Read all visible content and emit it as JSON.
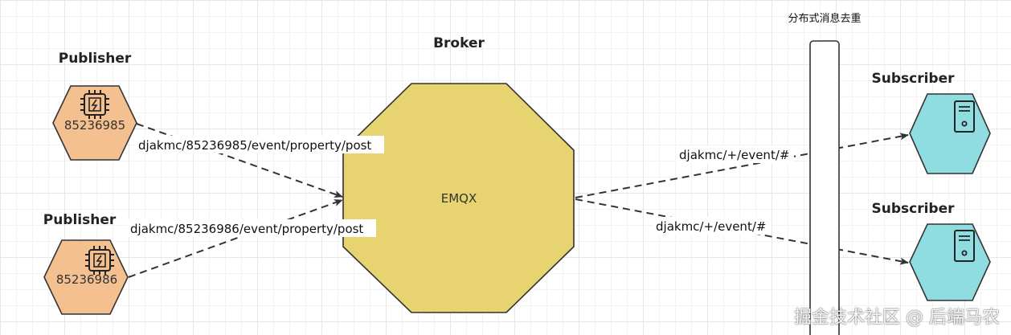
{
  "colors": {
    "publisher_fill": "#f5c08f",
    "broker_fill": "#e7d36f",
    "subscriber_fill": "#8fdde0",
    "outline": "#333333",
    "edge": "#333333"
  },
  "publishers": [
    {
      "title": "Publisher",
      "id": "85236985",
      "icon": "chip-icon"
    },
    {
      "title": "Publisher",
      "id": "85236986",
      "icon": "chip-icon"
    }
  ],
  "broker": {
    "title": "Broker",
    "label": "EMQX"
  },
  "dedup": {
    "label": "分布式消息去重"
  },
  "subscribers": [
    {
      "title": "Subscriber",
      "icon": "server-icon"
    },
    {
      "title": "Subscriber",
      "icon": "server-icon"
    }
  ],
  "edges": [
    {
      "from": "publisher-1",
      "to": "broker",
      "label": "djakmc/85236985/event/property/post"
    },
    {
      "from": "publisher-2",
      "to": "broker",
      "label": "djakmc/85236986/event/property/post"
    },
    {
      "from": "broker",
      "to": "subscriber-1",
      "label": "djakmc/+/event/#"
    },
    {
      "from": "broker",
      "to": "subscriber-2",
      "label": "djakmc/+/event/#"
    }
  ],
  "watermark": "掘金技术社区 @ 后端马农"
}
